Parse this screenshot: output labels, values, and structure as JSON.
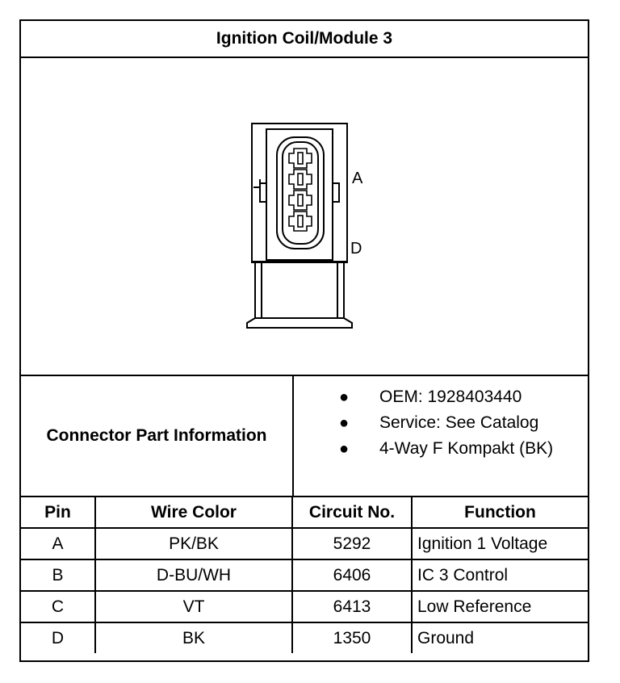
{
  "title": "Ignition Coil/Module 3",
  "diagram": {
    "pin_labels": [
      "A",
      "D"
    ]
  },
  "connector_info": {
    "label": "Connector Part Information",
    "bullets": [
      "OEM: 1928403440",
      "Service: See Catalog",
      "4-Way F Kompakt (BK)"
    ]
  },
  "pin_table": {
    "headers": [
      "Pin",
      "Wire Color",
      "Circuit No.",
      "Function"
    ],
    "rows": [
      [
        "A",
        "PK/BK",
        "5292",
        "Ignition 1 Voltage"
      ],
      [
        "B",
        "D-BU/WH",
        "6406",
        "IC 3 Control"
      ],
      [
        "C",
        "VT",
        "6413",
        "Low Reference"
      ],
      [
        "D",
        "BK",
        "1350",
        "Ground"
      ]
    ]
  }
}
